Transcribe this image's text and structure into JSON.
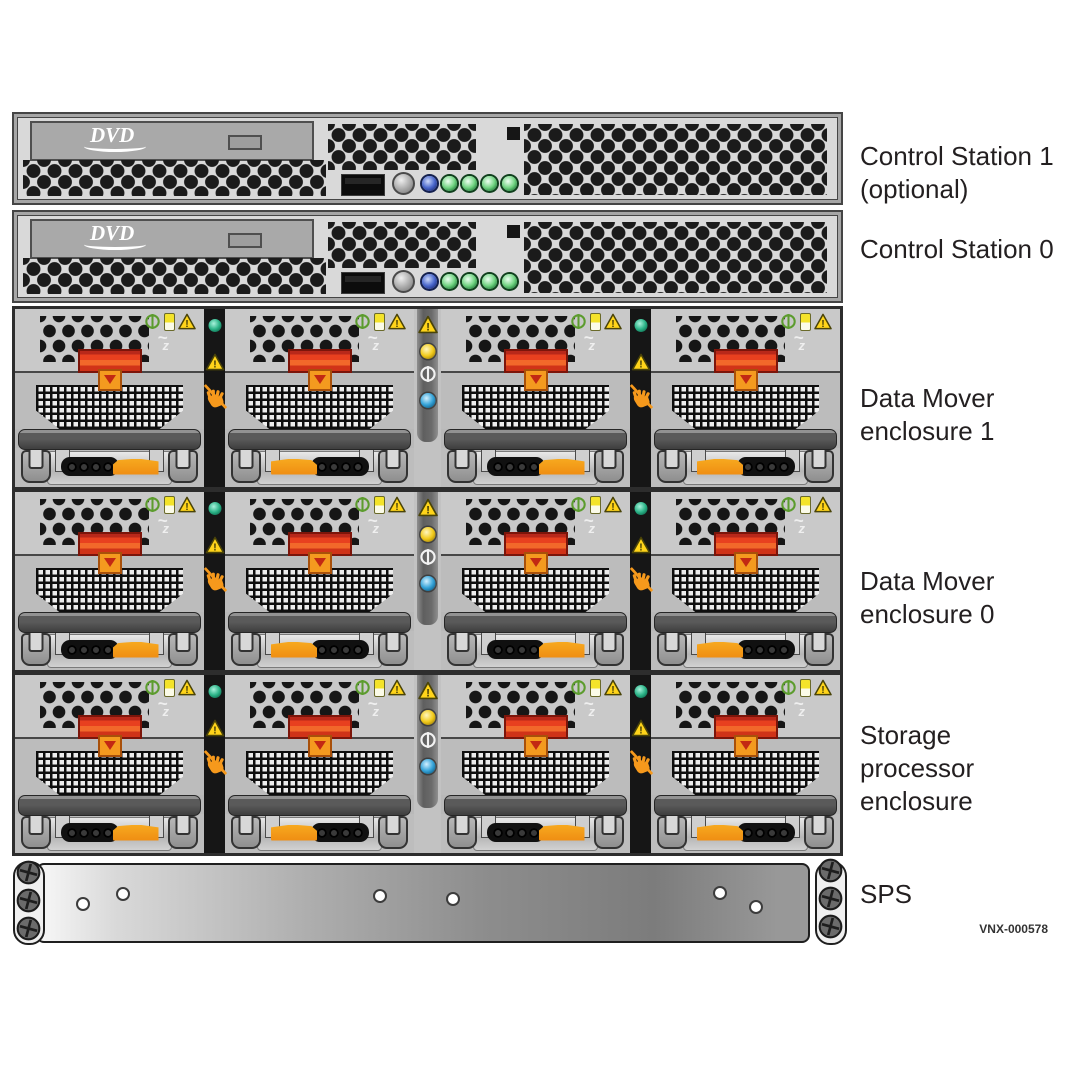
{
  "figure_id": "VNX-000578",
  "labels": {
    "control_station_1": {
      "lines": [
        "Control Station 1",
        "(optional)"
      ]
    },
    "control_station_0": {
      "lines": [
        "Control Station 0"
      ]
    },
    "data_mover_enclosure_1": {
      "lines": [
        "Data Mover",
        "enclosure 1"
      ]
    },
    "data_mover_enclosure_0": {
      "lines": [
        "Data Mover",
        "enclosure 0"
      ]
    },
    "storage_processor_enclosure": {
      "lines": [
        "Storage",
        "processor",
        "enclosure"
      ]
    },
    "sps": {
      "lines": [
        "SPS"
      ]
    }
  },
  "control_stations": [
    {
      "id": "control-station-1",
      "dvd_label": "DVD",
      "front_panel": {
        "usb_port": 1,
        "power_button": 1,
        "leds": [
          {
            "color": "blue"
          },
          {
            "color": "green"
          },
          {
            "color": "green"
          },
          {
            "color": "green"
          },
          {
            "color": "green"
          }
        ]
      }
    },
    {
      "id": "control-station-0",
      "dvd_label": "DVD",
      "front_panel": {
        "usb_port": 1,
        "power_button": 1,
        "leds": [
          {
            "color": "blue"
          },
          {
            "color": "green"
          },
          {
            "color": "green"
          },
          {
            "color": "green"
          },
          {
            "color": "green"
          }
        ]
      }
    }
  ],
  "enclosures": [
    {
      "id": "data-mover-enclosure-1",
      "module_count": 4
    },
    {
      "id": "data-mover-enclosure-0",
      "module_count": 4
    },
    {
      "id": "storage-processor-enclosure",
      "module_count": 4
    }
  ],
  "icons": {
    "warning_glyph": "!",
    "impedance_tilde": "~",
    "impedance_z": "z",
    "names": [
      "power-icon",
      "fault-led-icon",
      "warning-triangle-icon",
      "impedance-icon",
      "status-led",
      "do-not-touch-icon",
      "dvd-eject-button",
      "usb-port",
      "power-button",
      "screw",
      "vent-holes",
      "latch",
      "latch-arrow",
      "midplane-connector",
      "pull-handle"
    ]
  },
  "colors": {
    "background": "#ffffff",
    "chassis_gray": "#d9d9d9",
    "module_gray": "#c9c9c9",
    "latch_red": "#e03a1e",
    "accent_orange": "#f49a1f",
    "warning_yellow": "#ffd41a",
    "led_green": "#3fae56",
    "led_blue": "#2f9fd8",
    "led_yellow": "#f2c718",
    "strip_black": "#161616",
    "label_text": "#231f20"
  }
}
